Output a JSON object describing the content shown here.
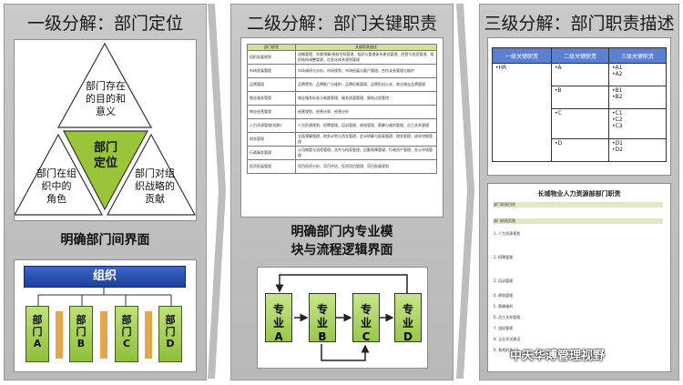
{
  "panel1": {
    "title": "一级分解：部门定位",
    "tri_top": "部门存在\n的目的和\n意义",
    "tri_center": "部门\n定位",
    "tri_left": "部门在组\n织中的\n角色",
    "tri_right": "部门对组\n织战略的\n贡献",
    "caption": "明确部门间界面",
    "org_label": "组织",
    "depts": [
      "部\n门\nA",
      "部\n门\nB",
      "部\n门\nC",
      "部\n门\nD"
    ]
  },
  "panel2": {
    "title": "二级分解：部门关键职责",
    "table_headers": [
      "部门职责",
      "关键职责描述"
    ],
    "table_rows": [
      [
        "组织发展规划",
        "战略管理、年度预算/绩效目标管理、组织与管理体系建设管理、经营与投资管理、组织结构调整管理、信息化体系规划管理"
      ],
      [
        "市场发展管理",
        "市场调研与分析、市场规划、市场拓展与客户管理、合作关系管理与维护"
      ],
      [
        "品牌管理",
        "品牌策划、品牌推广与维护、品牌形象管理、品牌危机公关、商业物业品牌管理"
      ],
      [
        "物业服务管理",
        "物业服务标准与制度管理、服务质量管理、服务过程管控"
      ],
      [
        "物业经营管理",
        "经营规划、经营计划、经营分析"
      ],
      [
        "人力资源管理(党群)",
        "人力资源规划、招聘管理、培训管理、绩效管理、薪酬与福利管理、员工关系管理"
      ],
      [
        "财务管理",
        "全面预算管理、财务计划与资金管理、会计核算与报表管理、税务管理、成本控制管理"
      ],
      [
        "行政事务管理",
        "公司制度与流程管理、文件与档案管理、后勤保障管理、行政资产管理、办公环境管理"
      ],
      [
        "投资发展管理",
        "项目投资分析、项目评估、投资项目管理、项目发展规划"
      ]
    ],
    "caption": "明确部门内专业模\n块与流程逻辑界面",
    "process": [
      "专\n业\nA",
      "专\n业\nB",
      "专\n业\nC",
      "专\n业\nD"
    ]
  },
  "panel3": {
    "title": "三级分解：部门职责描述",
    "levels_headers": [
      "一级关键职责",
      "二级关键职责",
      "三级关键职责"
    ],
    "level1": "•HR",
    "level2": [
      "•A",
      "•B",
      "•C",
      "•D"
    ],
    "level3": [
      [
        "•A1",
        "•A2"
      ],
      [
        "•B1",
        "•B2"
      ],
      [
        "•C1",
        "•C2",
        "•C3"
      ],
      [
        "•D1",
        "•D2"
      ]
    ],
    "doc_title": "长城物业人力资源部部门职责",
    "doc_sections": [
      "部门职责目的",
      "部门职责范围",
      "1. 人力资源规划",
      "2. 招聘管理",
      "3. 培训管理",
      "4. 绩效管理",
      "5. 薪酬福利",
      "6. 员工关系管理",
      "7. 组织管理",
      "8. 企业文化建设",
      "9. 其他职责"
    ]
  },
  "watermark": "中天华溥管理视野"
}
